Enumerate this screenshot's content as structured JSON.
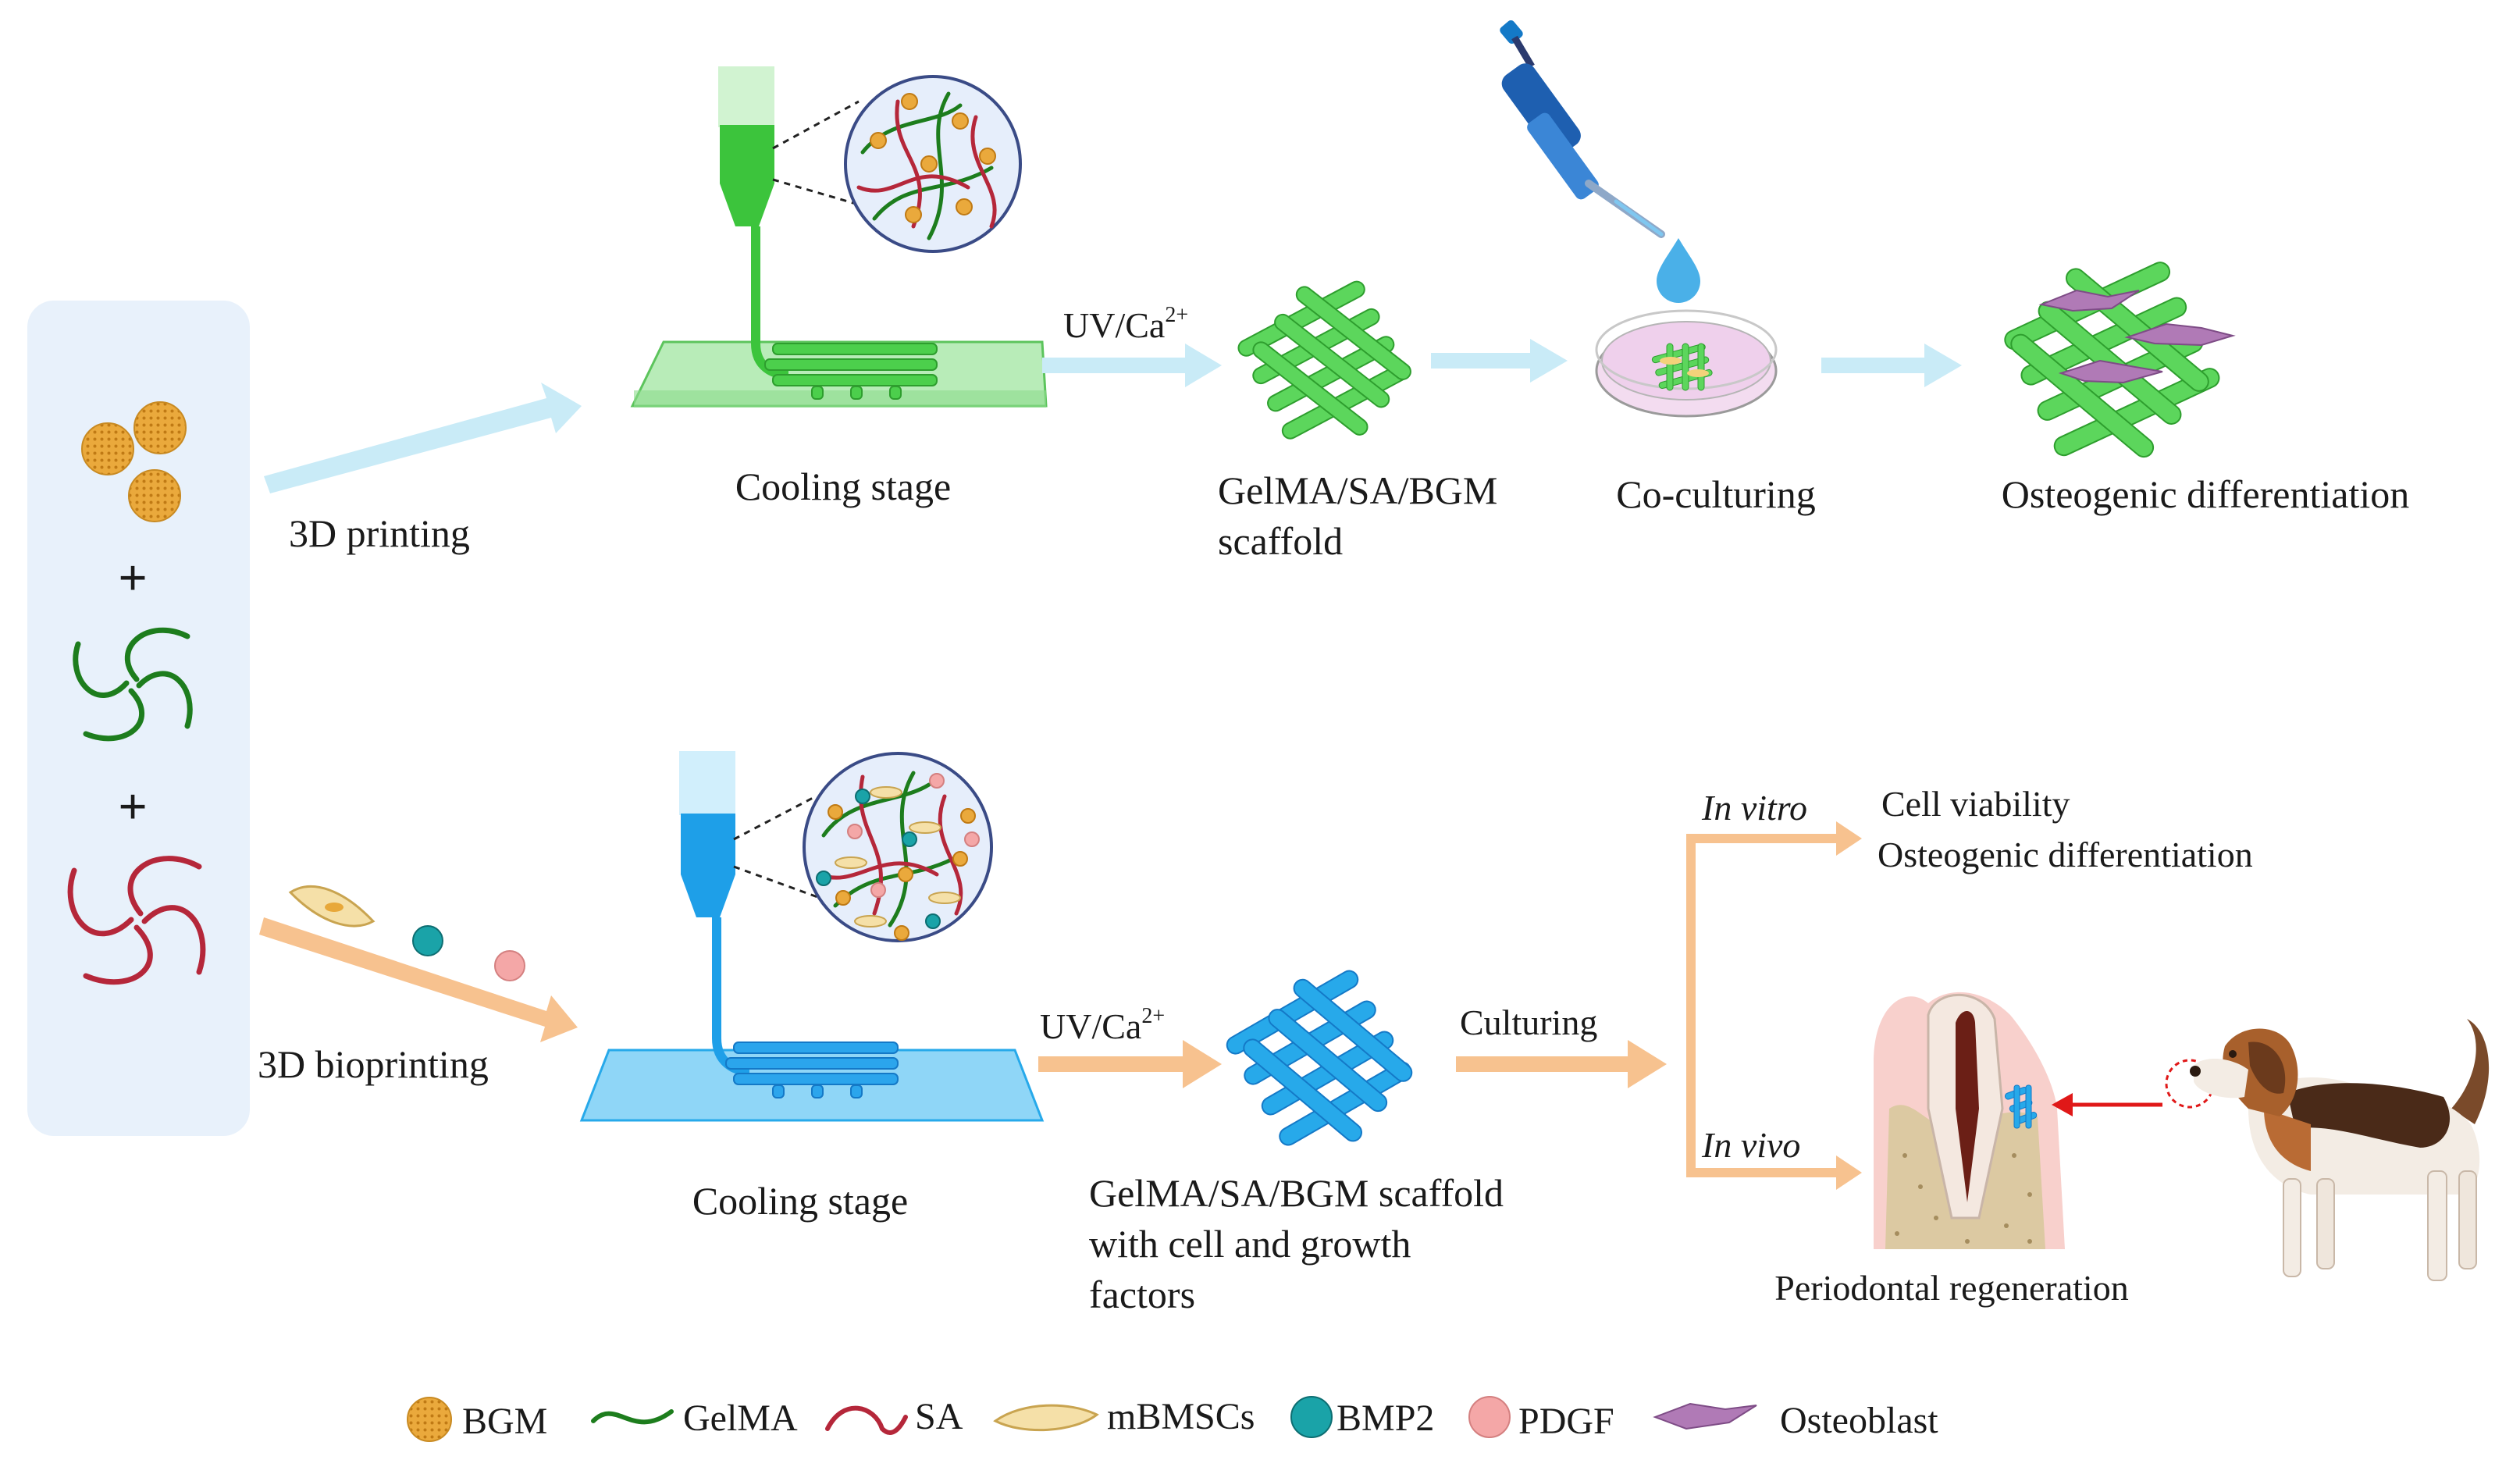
{
  "colors": {
    "upper_arrow": "#c9ebf7",
    "lower_arrow": "#f7c28f",
    "panel": "#e8f1fb",
    "green": "#5cd65c",
    "green_dark": "#2e9e2e",
    "blue": "#27a9ea",
    "blue_dark": "#1479c7",
    "bgm": "#e8a83a",
    "gelma": "#1d7d1d",
    "sa": "#b5273a",
    "bmp2": "#1aa3a8",
    "pdgf": "#f4a7a7",
    "osteoblast": "#b07ab6",
    "msc": "#f3d27a",
    "laser": "#e01818"
  },
  "labels": {
    "top_printing": "3D printing",
    "top_cooling": "Cooling  stage",
    "top_uv": "UV/Ca",
    "top_uv_sup": "2+",
    "top_scaffold_l1": "GelMA/SA/BGM",
    "top_scaffold_l2": "scaffold",
    "top_coculture": "Co-culturing",
    "top_osteo": "Osteogenic differentiation",
    "bot_bioprinting": "3D bioprinting",
    "bot_cooling": "Cooling  stage",
    "bot_uv": "UV/Ca",
    "bot_uv_sup": "2+",
    "bot_culturing": "Culturing",
    "bot_scaffold_l1": "GelMA/SA/BGM scaffold",
    "bot_scaffold_l2": "with cell and growth",
    "bot_scaffold_l3": "factors",
    "in_vitro": "In vitro",
    "cell_viability": "Cell viability",
    "osteo_diff": "Osteogenic differentiation",
    "in_vivo": "In vivo",
    "perio": "Periodontal regeneration",
    "plus": "+"
  },
  "legend": [
    {
      "icon": "bgm-sphere-icon",
      "label": "BGM"
    },
    {
      "icon": "gelma-strand-icon",
      "label": "GelMA"
    },
    {
      "icon": "sa-strand-icon",
      "label": "SA"
    },
    {
      "icon": "mbmsc-cell-icon",
      "label": "mBMSCs"
    },
    {
      "icon": "bmp2-sphere-icon",
      "label": "BMP2"
    },
    {
      "icon": "pdgf-sphere-icon",
      "label": "PDGF"
    },
    {
      "icon": "osteoblast-cell-icon",
      "label": "Osteoblast"
    }
  ]
}
